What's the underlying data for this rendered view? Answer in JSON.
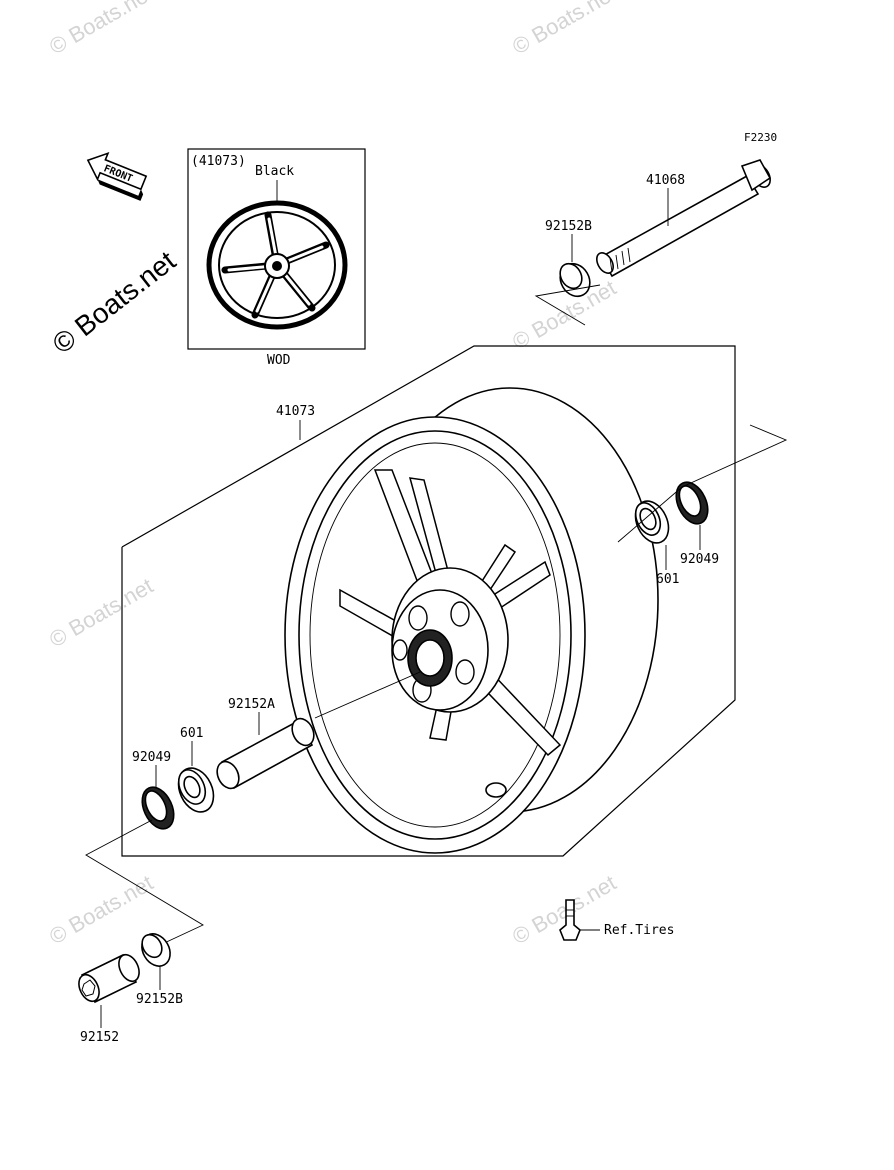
{
  "diagram_code": "F2230",
  "front_label": "FRONT",
  "watermark_text": "© Boats.net",
  "inset": {
    "part_ref": "(41073)",
    "color_label": "Black",
    "variant_label": "WOD"
  },
  "parts": {
    "axle": "41068",
    "collar_top": "92152B",
    "wheel": "41073",
    "bearing_right": "601",
    "seal_right": "92049",
    "spacer": "92152A",
    "bearing_left": "601",
    "seal_left": "92049",
    "collar_bottom": "92152B",
    "collar_sleeve": "92152",
    "valve_ref": "Ref.Tires"
  },
  "colors": {
    "line": "#000000",
    "watermark": "#d4d4d4",
    "background": "#ffffff"
  }
}
